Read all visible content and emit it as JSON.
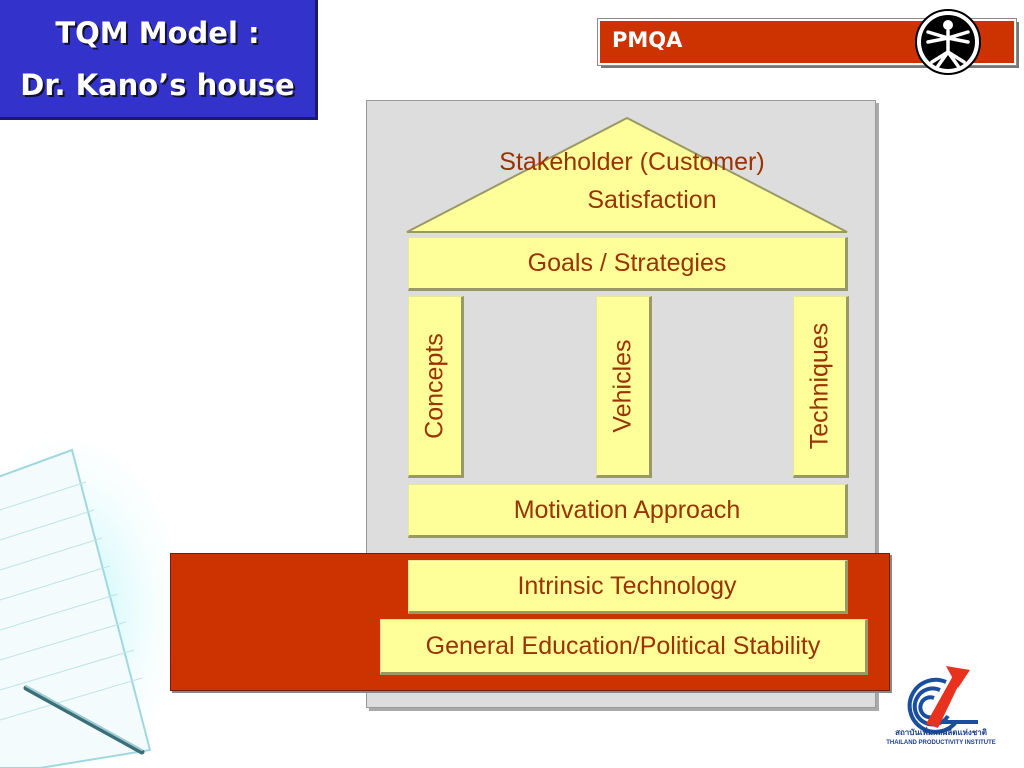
{
  "title": {
    "line1": "TQM Model :",
    "line2": "Dr. Kano’s house"
  },
  "header": {
    "label": "PMQA",
    "emblem_icon": "vitruvian-man-icon"
  },
  "house": {
    "roof": {
      "line1": "Stakeholder (Customer)",
      "line2": "Satisfaction"
    },
    "goals": "Goals / Strategies",
    "pillars": [
      "Concepts",
      "Vehicles",
      "Techniques"
    ],
    "motivation": "Motivation Approach",
    "intrinsic": "Intrinsic Technology",
    "foundation": "General Education/Political Stability"
  },
  "logo": {
    "icon": "thailand-productivity-institute-logo",
    "thai_text": "สถาบันเพิ่มผลผลิตแห่งชาติ",
    "english_text": "THAILAND PRODUCTIVITY INSTITUTE"
  },
  "colors": {
    "title_bg": "#3333cc",
    "header_bg": "#cc3300",
    "house_box": "#ffff99",
    "house_text": "#993300",
    "panel_bg": "#dddddd"
  }
}
